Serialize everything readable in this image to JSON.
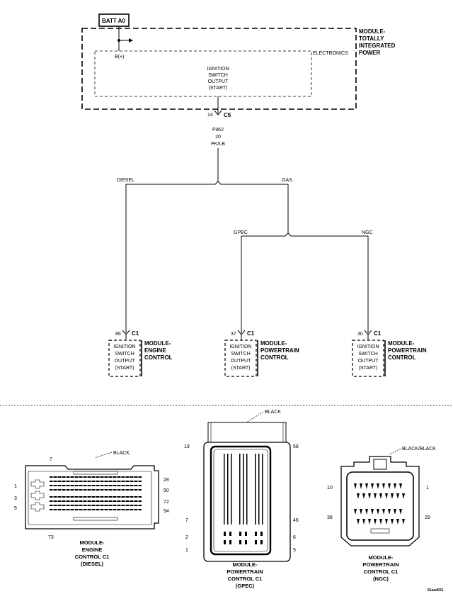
{
  "top": {
    "batt_label": "BATT A0",
    "tipm_label": [
      "MODULE-",
      "TOTALLY",
      "INTEGRATED",
      "POWER"
    ],
    "electronics_label": "ELECTRONICS",
    "bplus_label": "B(+)",
    "ign_output_label": [
      "IGNITION",
      "SWITCH",
      "OUTPUT",
      "(START)"
    ],
    "c5_pin": "14",
    "c5_connector": "C5",
    "wire_circuit": "F962",
    "wire_gauge": "20",
    "wire_color": "PK/LB"
  },
  "splits": {
    "diesel": "DIESEL",
    "gas": "GAS",
    "gpec": "GPEC",
    "ngc": "NGC"
  },
  "modules": [
    {
      "pin": "86",
      "connector": "C1",
      "output_label": [
        "IGNITION",
        "SWITCH",
        "OUTPUT",
        "(START)"
      ],
      "module_name": [
        "MODULE-",
        "ENGINE",
        "CONTROL"
      ]
    },
    {
      "pin": "37",
      "connector": "C1",
      "output_label": [
        "IGNITION",
        "SWITCH",
        "OUTPUT",
        "(START)"
      ],
      "module_name": [
        "MODULE-",
        "POWERTRAIN",
        "CONTROL"
      ]
    },
    {
      "pin": "30",
      "connector": "C1",
      "output_label": [
        "IGNITION",
        "SWITCH",
        "OUTPUT",
        "(START)"
      ],
      "module_name": [
        "MODULE-",
        "POWERTRAIN",
        "CONTROL"
      ]
    }
  ],
  "connectors": {
    "diesel": {
      "color_label": "BLACK",
      "pins_left": [
        "1",
        "3",
        "5"
      ],
      "pin_top": "7",
      "pin_bottom": "73",
      "pins_right": [
        "28",
        "50",
        "72",
        "94"
      ],
      "caption": [
        "MODULE-",
        "ENGINE",
        "CONTROL C1",
        "(DIESEL)"
      ]
    },
    "gpec": {
      "color_label": "BLACK",
      "pins_left": [
        "19",
        "7",
        "2",
        "1"
      ],
      "pins_right": [
        "58",
        "46",
        "6",
        "5"
      ],
      "caption": [
        "MODULE-",
        "POWERTRAIN",
        "CONTROL C1",
        "(GPEC)"
      ]
    },
    "ngc": {
      "color_label": "BLACK/BLACK",
      "pins_left": [
        "10",
        "38"
      ],
      "pins_right": [
        "1",
        "29"
      ],
      "caption": [
        "MODULE-",
        "POWERTRAIN",
        "CONTROL C1",
        "(NGC)"
      ]
    }
  },
  "figure_id": "81aad931"
}
